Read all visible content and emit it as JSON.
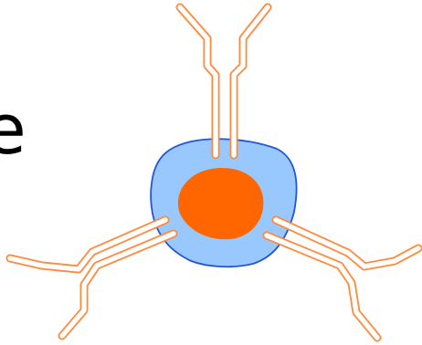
{
  "text": {
    "fragment": "e"
  },
  "colors": {
    "background": "#ffffff",
    "cell_body": "#99c8ff",
    "cell_outline": "#2255d8",
    "nucleus": "#ff6600",
    "antibody_stroke": "#ff8a3d",
    "antibody_fill": "#ffffff",
    "text": "#000000"
  },
  "shapes": {
    "cell": "cell-body",
    "nucleus": "nucleus",
    "antibodies": [
      "antibody-top",
      "antibody-lower-left",
      "antibody-lower-right"
    ]
  }
}
